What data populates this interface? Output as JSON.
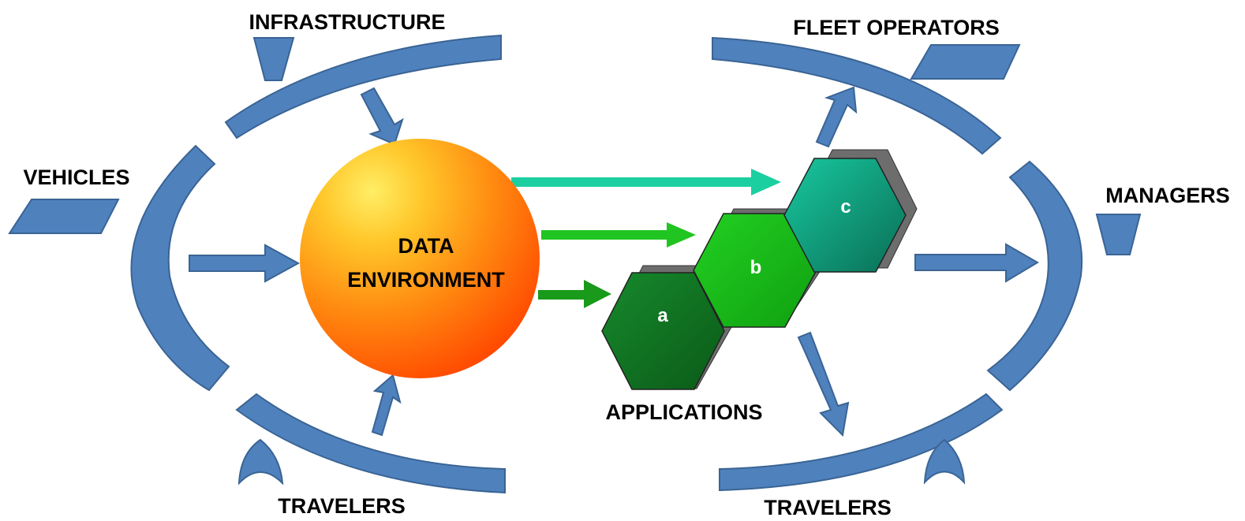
{
  "labels": {
    "infrastructure": "INFRASTRUCTURE",
    "fleet_operators": "FLEET OPERATORS",
    "vehicles": "VEHICLES",
    "managers": "MANAGERS",
    "travelers_left": "TRAVELERS",
    "travelers_right": "TRAVELERS",
    "applications": "APPLICATIONS"
  },
  "center": {
    "line1": "DATA",
    "line2": "ENVIRONMENT"
  },
  "applications": [
    {
      "id": "a",
      "label": "a"
    },
    {
      "id": "b",
      "label": "b"
    },
    {
      "id": "c",
      "label": "c"
    }
  ],
  "colors": {
    "ring_blue": "#4f81bd",
    "ring_blue_stroke": "#3a6494",
    "sphere_light": "#ffe65a",
    "sphere_dark": "#ff4a00",
    "hex_a": "#0e6b1f",
    "hex_b": "#17b817",
    "hex_c": "#10a88a",
    "hex_shadow": "#6d6d6d",
    "arrow_teal": "#1ccfa0",
    "arrow_green": "#21c521",
    "arrow_dark_green": "#1a9a1a"
  }
}
